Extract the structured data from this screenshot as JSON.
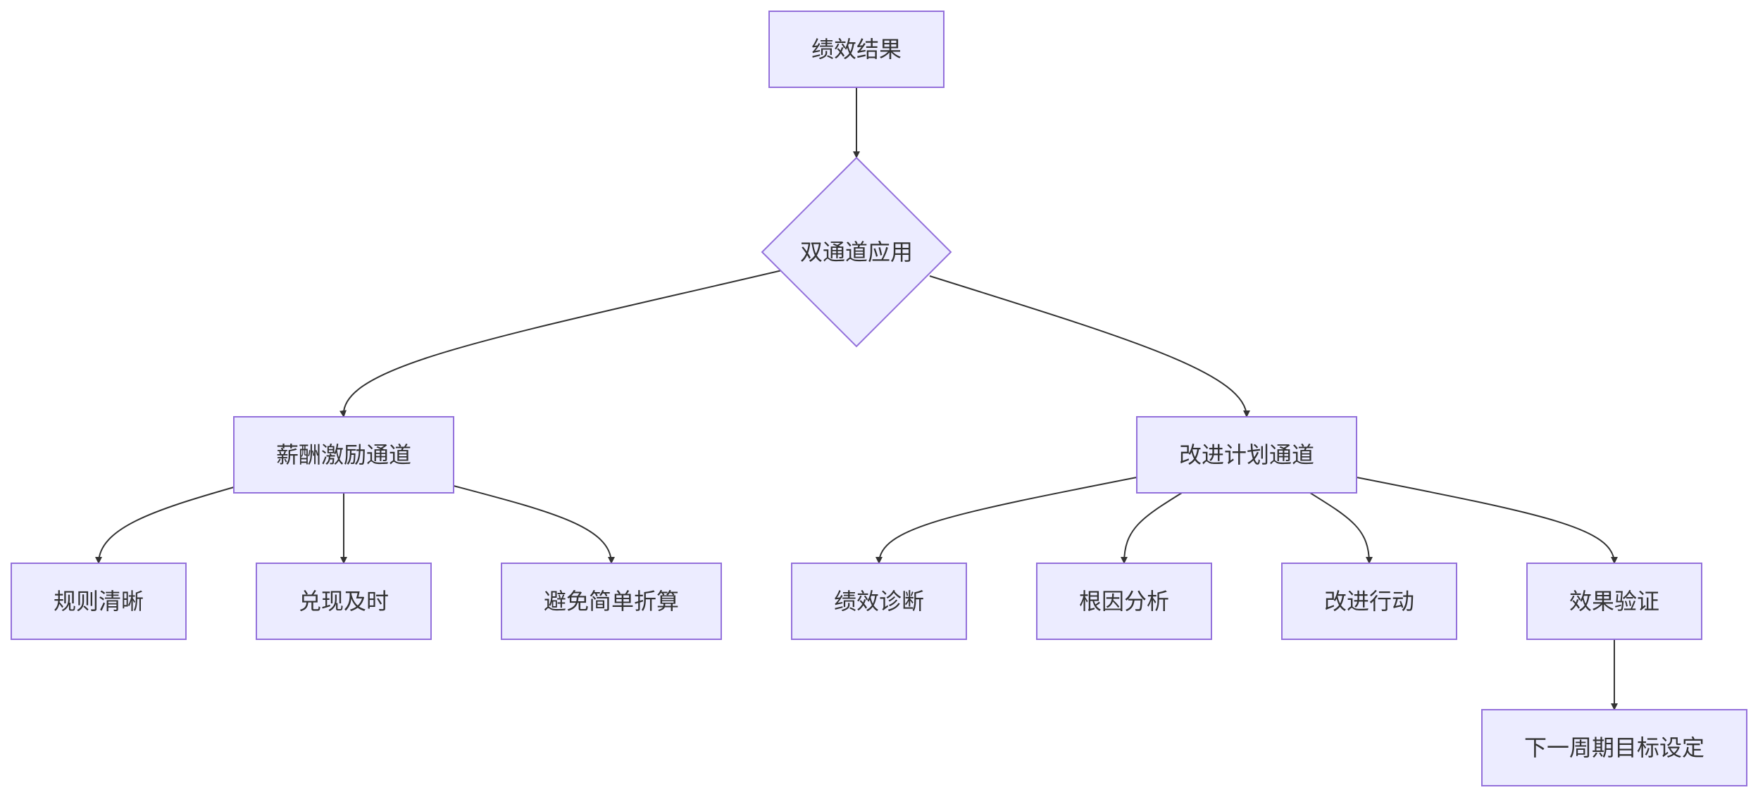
{
  "colors": {
    "node_fill": "#ececff",
    "node_stroke": "#9370db",
    "edge": "#333333",
    "text": "#333333"
  },
  "nodes": {
    "result": {
      "label": "绩效结果"
    },
    "dual": {
      "label": "双通道应用"
    },
    "pay": {
      "label": "薪酬激励通道"
    },
    "improve": {
      "label": "改进计划通道"
    },
    "rules": {
      "label": "规则清晰"
    },
    "timely": {
      "label": "兑现及时"
    },
    "avoid": {
      "label": "避免简单折算"
    },
    "diagnose": {
      "label": "绩效诊断"
    },
    "rootcause": {
      "label": "根因分析"
    },
    "action": {
      "label": "改进行动"
    },
    "verify": {
      "label": "效果验证"
    },
    "nextgoal": {
      "label": "下一周期目标设定"
    }
  },
  "edges": [
    {
      "from": "result",
      "to": "dual"
    },
    {
      "from": "dual",
      "to": "pay"
    },
    {
      "from": "dual",
      "to": "improve"
    },
    {
      "from": "pay",
      "to": "rules"
    },
    {
      "from": "pay",
      "to": "timely"
    },
    {
      "from": "pay",
      "to": "avoid"
    },
    {
      "from": "improve",
      "to": "diagnose"
    },
    {
      "from": "improve",
      "to": "rootcause"
    },
    {
      "from": "improve",
      "to": "action"
    },
    {
      "from": "improve",
      "to": "verify"
    },
    {
      "from": "verify",
      "to": "nextgoal"
    }
  ]
}
